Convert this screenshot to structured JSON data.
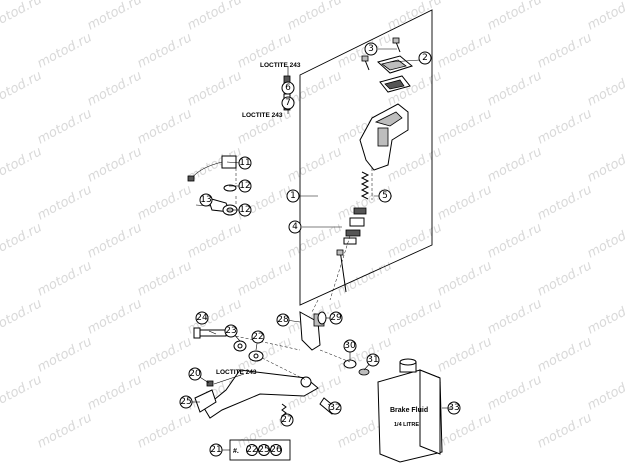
{
  "watermark": "motod.ru",
  "loctite_labels": [
    "LOCTITE 243",
    "LOCTITE 243",
    "LOCTITE 243"
  ],
  "callouts": {
    "c1": "1",
    "c2": "2",
    "c3": "3",
    "c4": "4",
    "c5": "5",
    "c6": "6",
    "c7": "7",
    "c11": "11",
    "c12a": "12",
    "c12b": "12",
    "c13": "13",
    "c20": "20",
    "c21": "21",
    "c22a": "22",
    "c22b": "22",
    "c23": "23",
    "c24": "24",
    "c25a": "25",
    "c25b": "25",
    "c26": "26",
    "c27": "27",
    "c28": "28",
    "c29": "29",
    "c30": "30",
    "c31": "31",
    "c32": "32",
    "c33": "33"
  },
  "kit_box": {
    "ref": "21",
    "hash": "#.",
    "items": [
      "22",
      "25",
      "26"
    ]
  },
  "bottle": {
    "line1": "Brake Fluid",
    "line2": "1/4 LITRE"
  }
}
